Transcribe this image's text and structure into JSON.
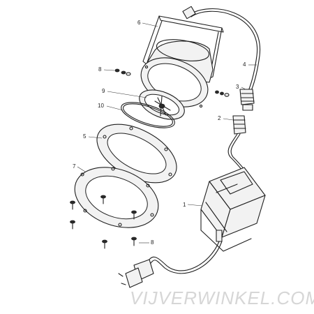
{
  "diagram": {
    "callouts": {
      "c1": "1",
      "c2": "2",
      "c3": "3",
      "c4": "4",
      "c5": "5",
      "c6": "6",
      "c7": "7",
      "c8a": "8",
      "c8b": "8",
      "c9": "9",
      "c10": "10"
    }
  },
  "watermark": "VIJVERWINKEL.COM"
}
